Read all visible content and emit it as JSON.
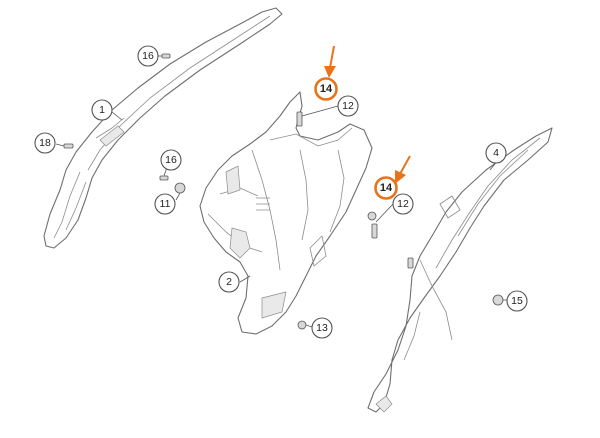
{
  "diagram": {
    "callouts": [
      {
        "id": "callout-1",
        "label": "1"
      },
      {
        "id": "callout-2",
        "label": "2"
      },
      {
        "id": "callout-4",
        "label": "4"
      },
      {
        "id": "callout-11",
        "label": "11"
      },
      {
        "id": "callout-12-top",
        "label": "12"
      },
      {
        "id": "callout-12-mid",
        "label": "12"
      },
      {
        "id": "callout-13",
        "label": "13"
      },
      {
        "id": "callout-14-top",
        "label": "14",
        "highlighted": true
      },
      {
        "id": "callout-14-mid",
        "label": "14",
        "highlighted": true
      },
      {
        "id": "callout-15",
        "label": "15"
      },
      {
        "id": "callout-16-top",
        "label": "16"
      },
      {
        "id": "callout-16-mid",
        "label": "16"
      },
      {
        "id": "callout-18",
        "label": "18"
      }
    ],
    "highlight_color": "#e8731c",
    "line_color": "#6f6f6f"
  }
}
